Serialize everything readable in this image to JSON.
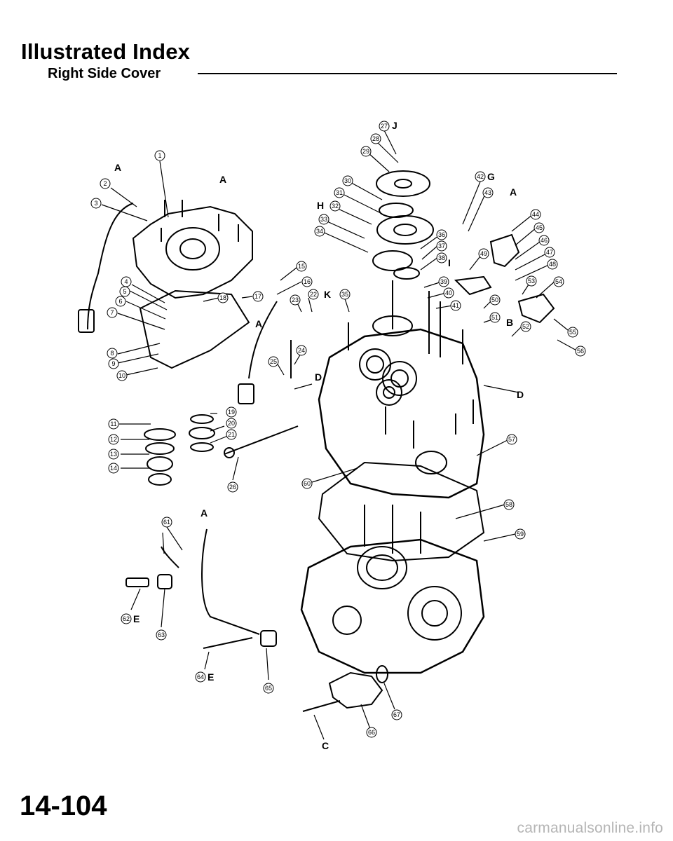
{
  "header": {
    "title": "Illustrated Index",
    "subtitle": "Right Side Cover"
  },
  "page_number": "14-104",
  "watermark": "carmanualsonline.info",
  "diagram": {
    "part_callouts": [
      "1",
      "2",
      "3",
      "4",
      "5",
      "6",
      "7",
      "8",
      "9",
      "10",
      "11",
      "12",
      "13",
      "14",
      "15",
      "16",
      "17",
      "18",
      "19",
      "20",
      "21",
      "22",
      "23",
      "24",
      "25",
      "26",
      "27",
      "28",
      "29",
      "30",
      "31",
      "32",
      "33",
      "34",
      "35",
      "36",
      "37",
      "38",
      "39",
      "40",
      "41",
      "42",
      "43",
      "44",
      "45",
      "46",
      "47",
      "48",
      "49",
      "50",
      "51",
      "52",
      "53",
      "54",
      "55",
      "56",
      "57",
      "58",
      "59",
      "60",
      "61",
      "62",
      "63",
      "64",
      "65",
      "66",
      "67"
    ],
    "letter_labels": [
      "A",
      "A",
      "A",
      "A",
      "A",
      "B",
      "C",
      "D",
      "D",
      "E",
      "E",
      "G",
      "H",
      "I",
      "J",
      "K"
    ]
  }
}
